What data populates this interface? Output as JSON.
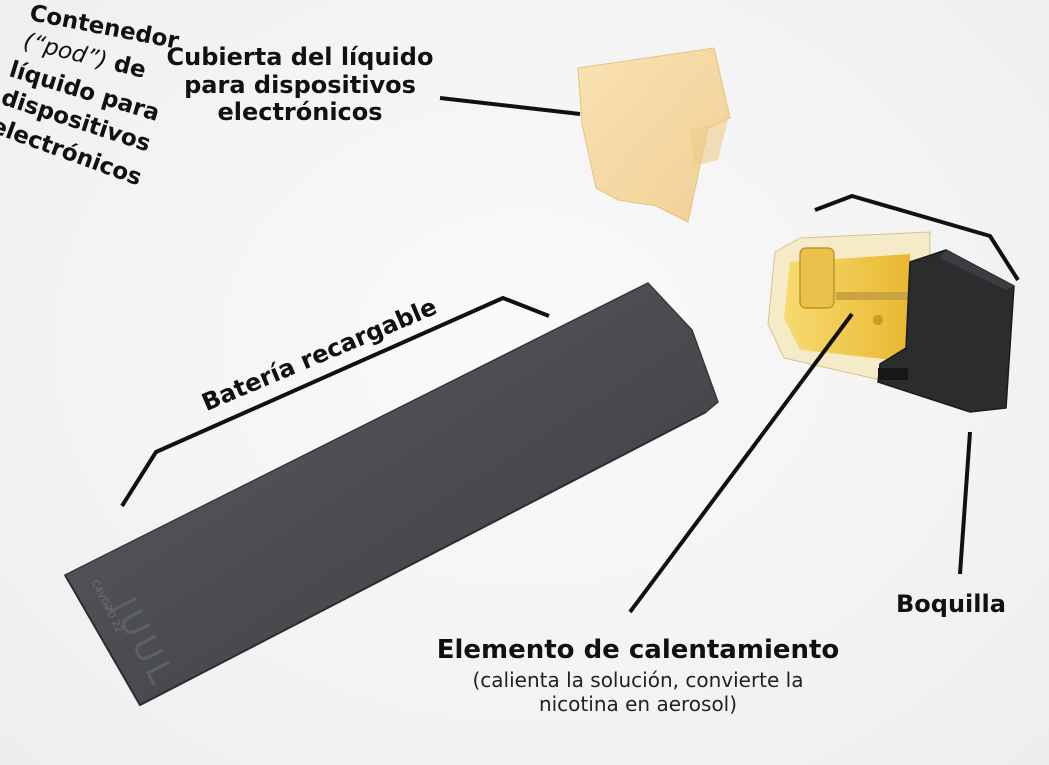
{
  "labels": {
    "cover": [
      "Cubierta del líquido",
      "para dispositivos",
      "electrónicos"
    ],
    "pod": {
      "line1": "Contenedor",
      "line2_italic": "(“pod”)",
      "line2_rest": " de",
      "line3": "líquido para",
      "line4": "dispositivos",
      "line5": "electrónicos"
    },
    "battery": "Batería recargable",
    "heating_title": "Elemento de calentamiento",
    "heating_desc": [
      "(calienta la solución, convierte la",
      "nicotina en aerosol)"
    ],
    "mouthpiece": "Boquilla"
  },
  "device": {
    "battery_print_logo": "JUUL",
    "battery_print_code": "C4VG2D 22"
  },
  "colors": {
    "battery": "#4a4c50",
    "cover": "#f6d6a0",
    "pod_liquid": "#f1c232",
    "mouthpiece": "#2b2c2e",
    "lines": "#111111"
  }
}
